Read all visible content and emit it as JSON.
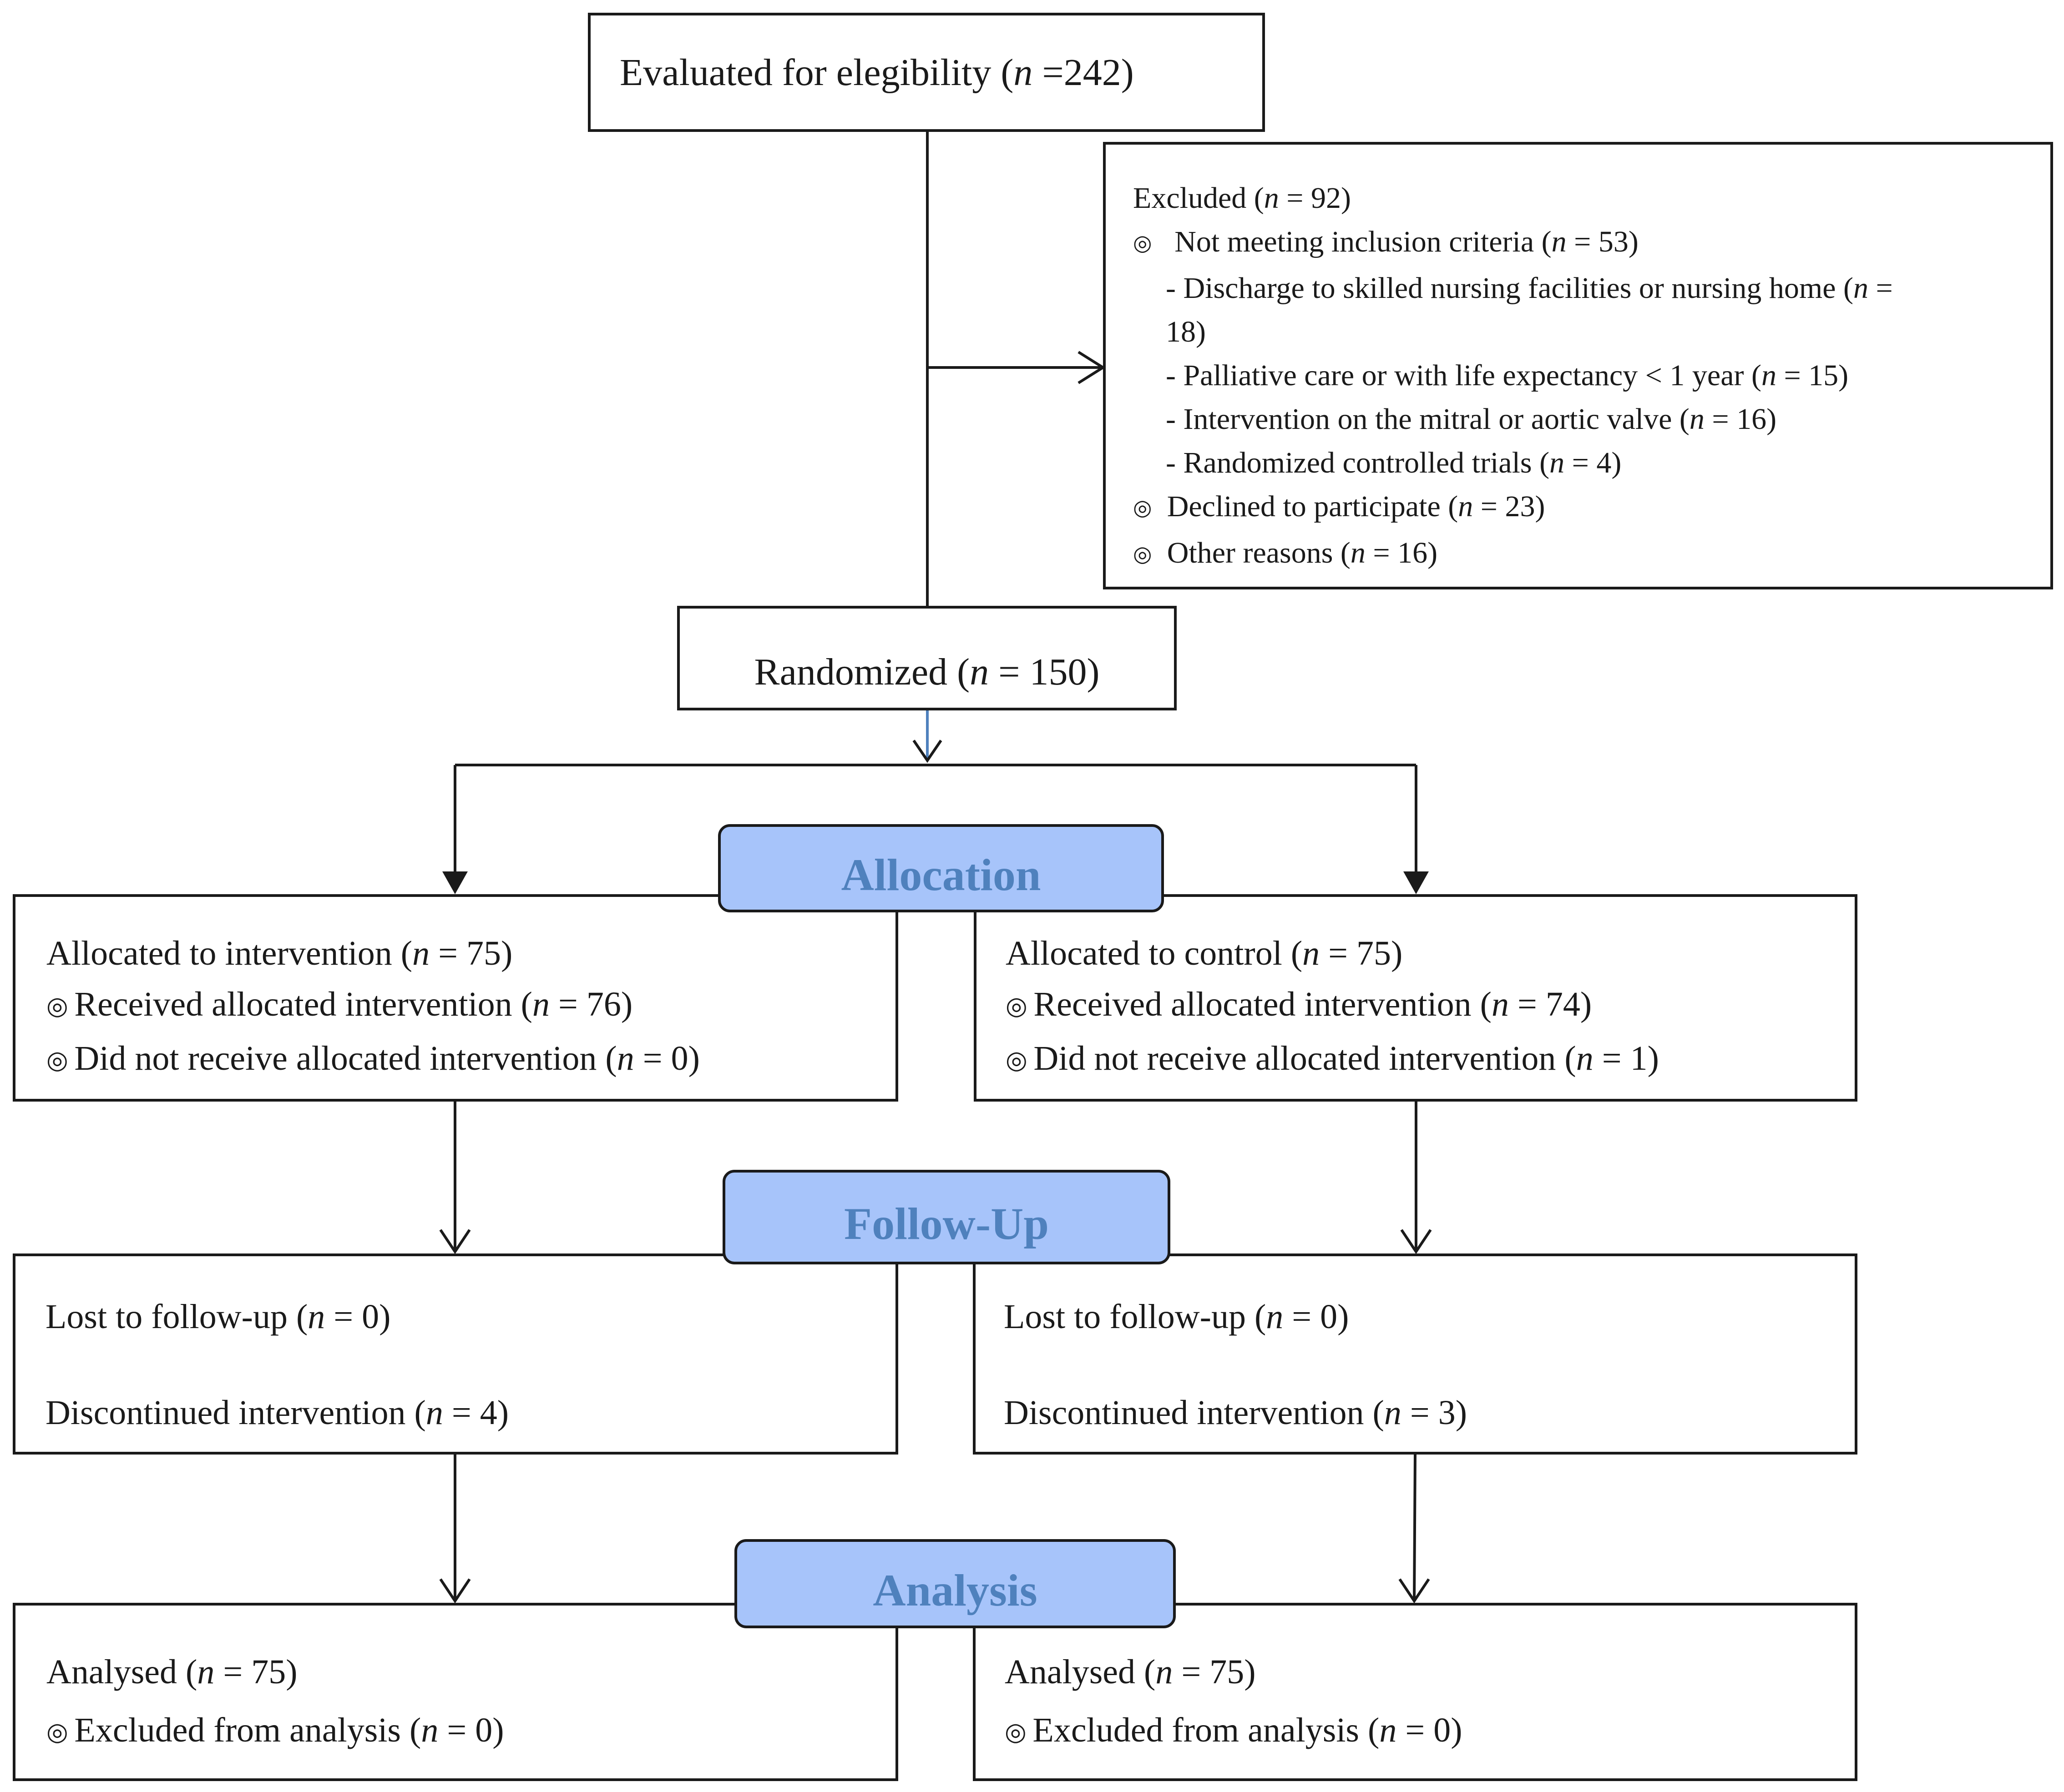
{
  "eligibility": {
    "label": "Evaluated for elegibility (",
    "n": "n",
    "rest": " =242)"
  },
  "excluded": {
    "header": {
      "pre": "Excluded (",
      "n": "n",
      "post": " = 92)"
    },
    "lines": [
      {
        "type": "bullet",
        "pre": " Not meeting inclusion criteria (",
        "n": "n",
        "post": " = 53)"
      },
      {
        "type": "sub",
        "pre": "- Discharge to skilled nursing facilities or nursing home (",
        "n": "n",
        "post": " ="
      },
      {
        "type": "sub",
        "pre": "18)",
        "n": "",
        "post": ""
      },
      {
        "type": "sub",
        "pre": "- Palliative care or with life expectancy < 1 year (",
        "n": "n",
        "post": " = 15)"
      },
      {
        "type": "sub",
        "pre": "- Intervention on the mitral or aortic valve (",
        "n": "n",
        "post": " = 16)"
      },
      {
        "type": "sub",
        "pre": "- Randomized controlled trials (",
        "n": "n",
        "post": " = 4)"
      },
      {
        "type": "bullet",
        "pre": "Declined to participate (",
        "n": "n",
        "post": " = 23)"
      },
      {
        "type": "bullet",
        "pre": "Other reasons (",
        "n": "n",
        "post": " = 16)"
      }
    ]
  },
  "randomized": {
    "pre": "Randomized (",
    "n": "n",
    "post": " = 150)"
  },
  "phases": {
    "allocation": "Allocation",
    "followup": "Follow-Up",
    "analysis": "Analysis"
  },
  "bullet_glyph": "◎",
  "alloc_left": {
    "line1": {
      "pre": "Allocated to intervention (",
      "n": "n",
      "post": " = 75)"
    },
    "line2": {
      "pre": "Received allocated intervention (",
      "n": "n",
      "post": " = 76)"
    },
    "line3": {
      "pre": "Did not receive allocated intervention (",
      "n": "n",
      "post": " = 0)"
    }
  },
  "alloc_right": {
    "line1": {
      "pre": "Allocated to control (",
      "n": "n",
      "post": " = 75)"
    },
    "line2": {
      "pre": "Received allocated intervention (",
      "n": "n",
      "post": " = 74)"
    },
    "line3": {
      "pre": "Did not receive allocated intervention (",
      "n": "n",
      "post": " = 1)"
    }
  },
  "follow_left": {
    "line1": {
      "pre": "Lost to follow-up (",
      "n": "n",
      "post": " = 0)"
    },
    "line2": {
      "pre": "Discontinued intervention (",
      "n": "n",
      "post": " = 4)"
    }
  },
  "follow_right": {
    "line1": {
      "pre": "Lost to follow-up (",
      "n": "n",
      "post": " = 0)"
    },
    "line2": {
      "pre": "Discontinued intervention (",
      "n": "n",
      "post": " = 3)"
    }
  },
  "analysis_left": {
    "line1": {
      "pre": "Analysed (",
      "n": "n",
      "post": " = 75)"
    },
    "line2": {
      "pre": "Excluded from analysis (",
      "n": "n",
      "post": " = 0)"
    }
  },
  "analysis_right": {
    "line1": {
      "pre": "Analysed (",
      "n": "n",
      "post": " = 75)"
    },
    "line2": {
      "pre": "Excluded from analysis  (",
      "n": "n",
      "post": " = 0)"
    }
  },
  "colors": {
    "phase_fill": "#a7c4fa",
    "phase_text": "#4f81bd",
    "stroke": "#1a1a1a",
    "blue_stub": "#4f81bd"
  }
}
